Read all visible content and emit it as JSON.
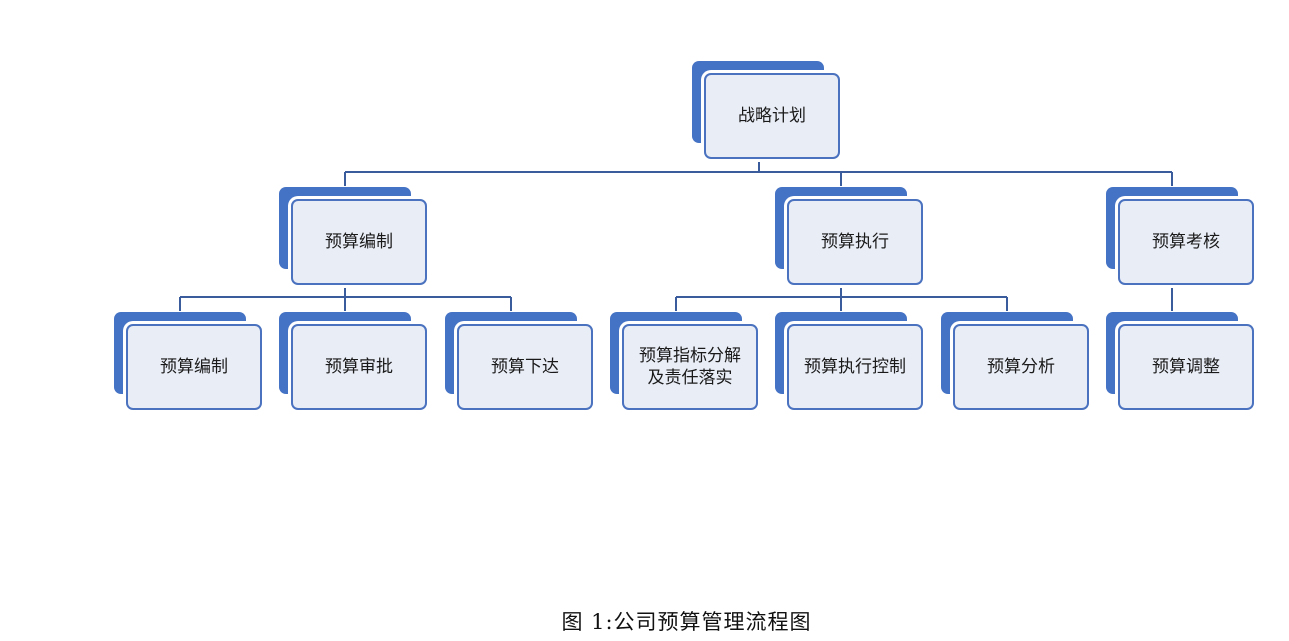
{
  "diagram": {
    "root": {
      "label": "战略计划"
    },
    "level2": [
      {
        "label": "预算编制"
      },
      {
        "label": "预算执行"
      },
      {
        "label": "预算考核"
      }
    ],
    "level3": [
      {
        "label": "预算编制"
      },
      {
        "label": "预算审批"
      },
      {
        "label": "预算下达"
      },
      {
        "label": "预算指标分解\n及责任落实"
      },
      {
        "label": "预算执行控制"
      },
      {
        "label": "预算分析"
      },
      {
        "label": "预算调整"
      }
    ]
  },
  "caption": "图 1:公司预算管理流程图",
  "colors": {
    "node_back": "#4472c4",
    "node_front": "#e9edf6",
    "node_border": "#4a72bf",
    "connector": "#3b5c9c"
  }
}
